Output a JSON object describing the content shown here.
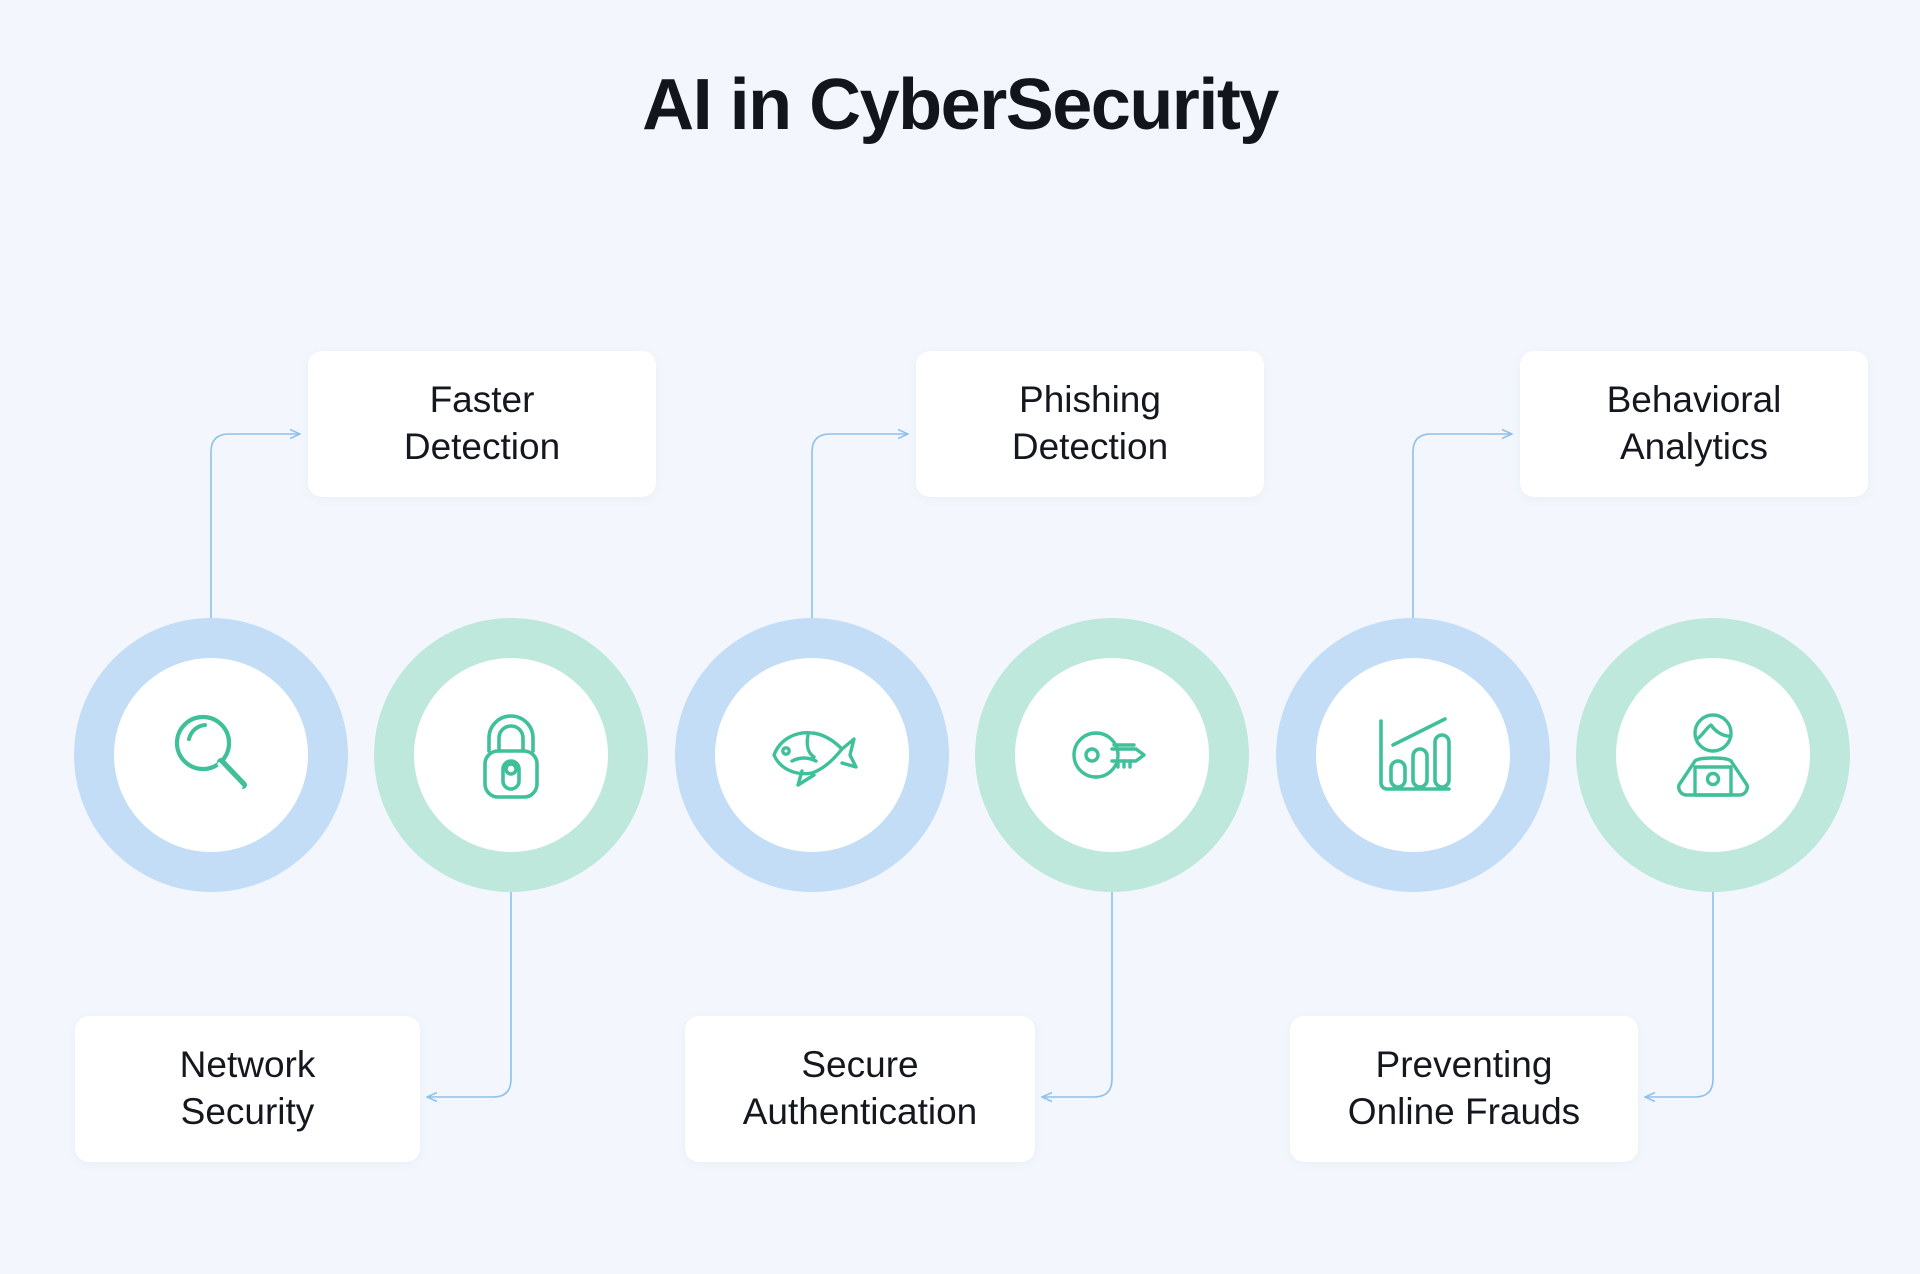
{
  "page": {
    "title": "AI in CyberSecurity",
    "background_color": "#f3f7fd",
    "connector_color": "#8ec0ee",
    "accent_blue": "#c3ddf7",
    "accent_green": "#bfe8dc",
    "icon_color": "#3fc09a",
    "text_color": "#14171d"
  },
  "nodes": [
    {
      "icon": "magnifier-icon",
      "ring_color": "#c3ddf7",
      "label_position": "top",
      "label": "Faster\nDetection"
    },
    {
      "icon": "padlock-icon",
      "ring_color": "#bfe8dc",
      "label_position": "bottom",
      "label": "Network\nSecurity"
    },
    {
      "icon": "fish-icon",
      "ring_color": "#c3ddf7",
      "label_position": "top",
      "label": "Phishing\nDetection"
    },
    {
      "icon": "key-icon",
      "ring_color": "#bfe8dc",
      "label_position": "bottom",
      "label": "Secure\nAuthentication"
    },
    {
      "icon": "bar-chart-icon",
      "ring_color": "#c3ddf7",
      "label_position": "top",
      "label": "Behavioral\nAnalytics"
    },
    {
      "icon": "person-laptop-icon",
      "ring_color": "#bfe8dc",
      "label_position": "bottom",
      "label": "Preventing\nOnline Frauds"
    }
  ],
  "cards": {
    "top": [
      {
        "label": "Faster\nDetection"
      },
      {
        "label": "Phishing\nDetection"
      },
      {
        "label": "Behavioral\nAnalytics"
      }
    ],
    "bottom": [
      {
        "label": "Network\nSecurity"
      },
      {
        "label": "Secure\nAuthentication"
      },
      {
        "label": "Preventing\nOnline Frauds"
      }
    ]
  }
}
